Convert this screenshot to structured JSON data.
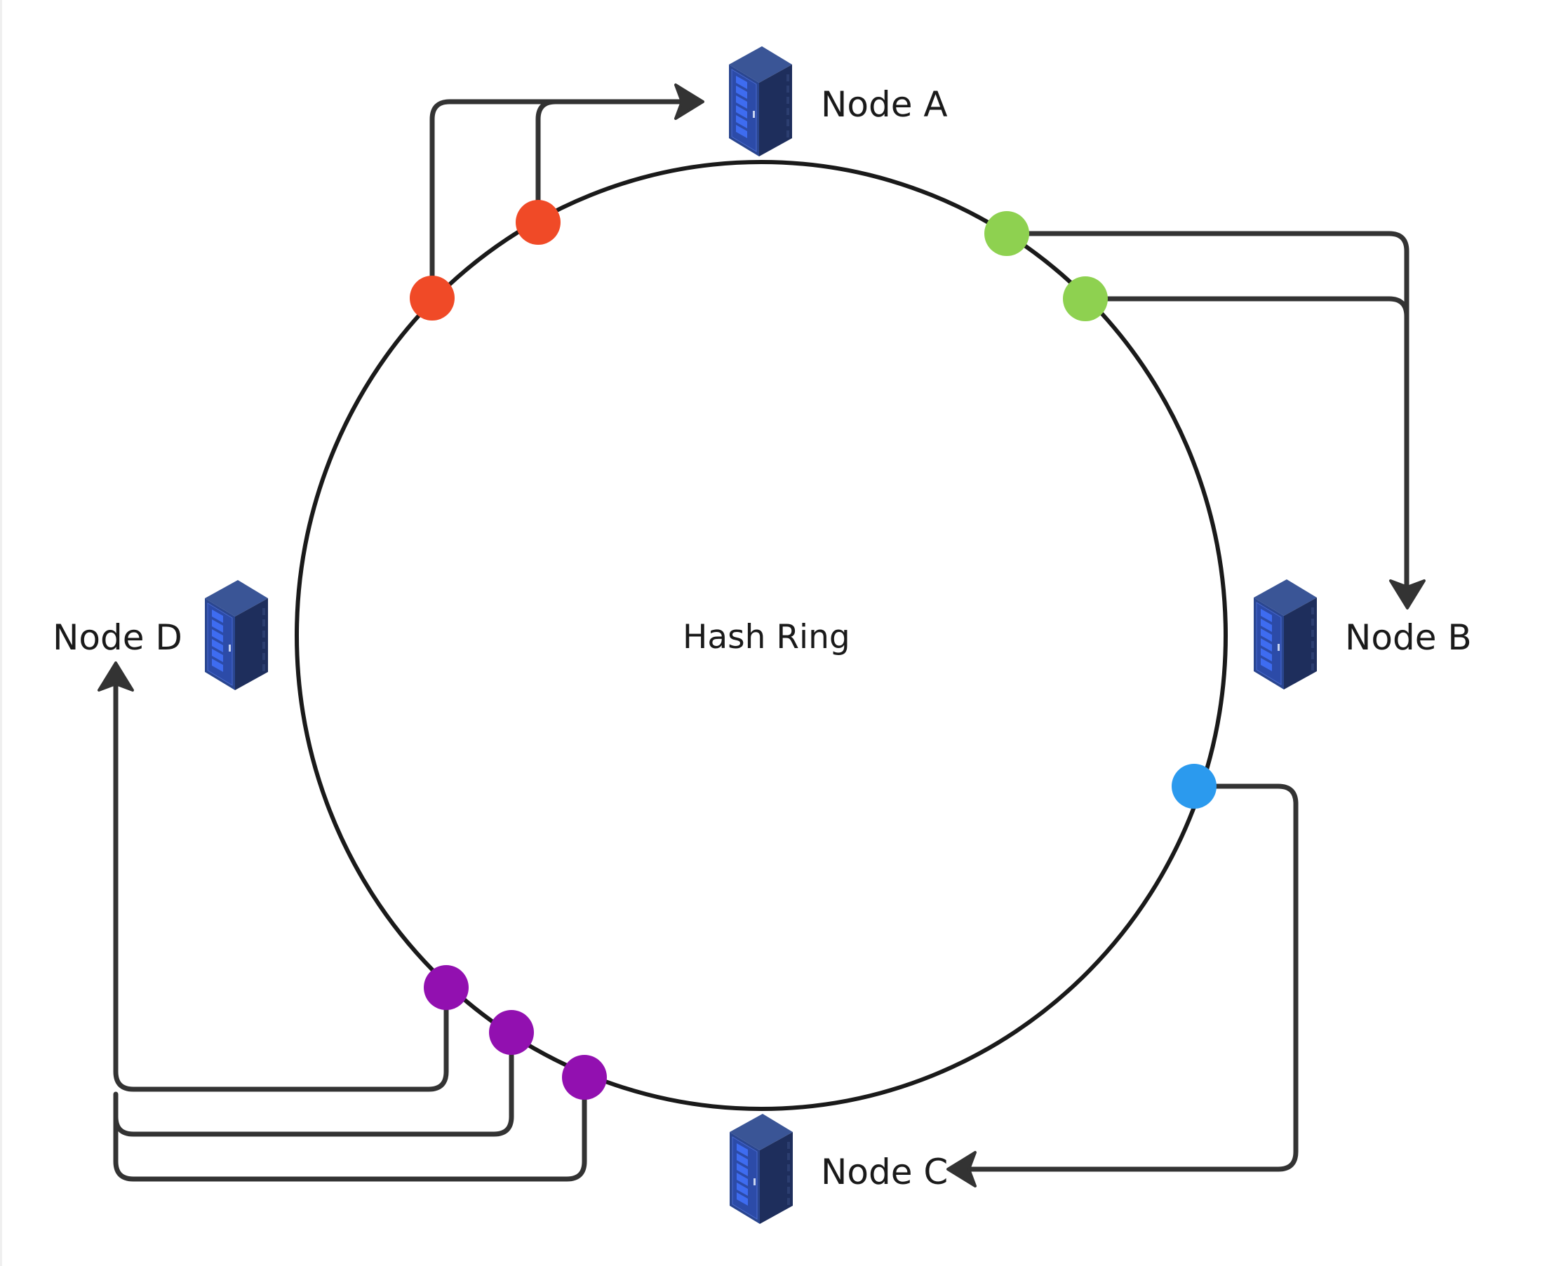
{
  "diagram": {
    "title": "Hash Ring",
    "ring": {
      "label": "Hash Ring"
    },
    "nodes": [
      {
        "id": "A",
        "label": "Node A",
        "icon": "server-rack-icon"
      },
      {
        "id": "B",
        "label": "Node B",
        "icon": "server-rack-icon"
      },
      {
        "id": "C",
        "label": "Node C",
        "icon": "server-rack-icon"
      },
      {
        "id": "D",
        "label": "Node D",
        "icon": "server-rack-icon"
      }
    ],
    "colors": {
      "node_a_keys": "#F04A27",
      "node_b_keys": "#8ED150",
      "node_c_keys": "#2B9AEE",
      "node_d_keys": "#9210B0",
      "ring": "#1a1a1a",
      "connector": "#333333",
      "server_top": "#3A5596",
      "server_front": "#2A4690",
      "server_side": "#1E2E5C",
      "server_led": "#3E6CF0"
    },
    "keys": [
      {
        "color_key": "node_a_keys",
        "maps_to": "A"
      },
      {
        "color_key": "node_a_keys",
        "maps_to": "A"
      },
      {
        "color_key": "node_b_keys",
        "maps_to": "B"
      },
      {
        "color_key": "node_b_keys",
        "maps_to": "B"
      },
      {
        "color_key": "node_c_keys",
        "maps_to": "C"
      },
      {
        "color_key": "node_d_keys",
        "maps_to": "D"
      },
      {
        "color_key": "node_d_keys",
        "maps_to": "D"
      },
      {
        "color_key": "node_d_keys",
        "maps_to": "D"
      }
    ]
  }
}
